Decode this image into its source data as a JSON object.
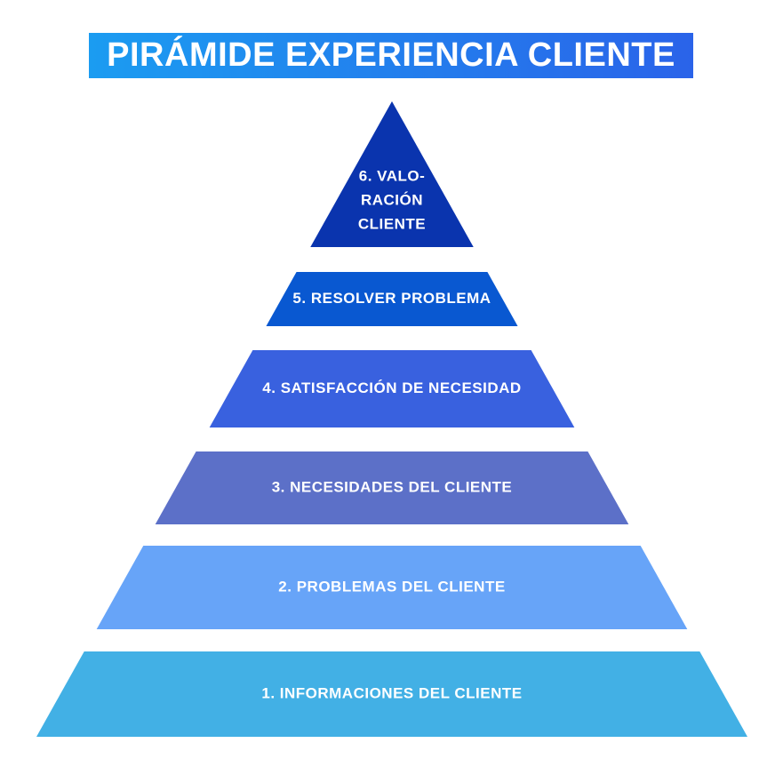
{
  "title": {
    "text": "PIRÁMIDE EXPERIENCIA CLIENTE",
    "gradient_left": "#1B9CF1",
    "gradient_right": "#2A63E9",
    "text_color": "#ffffff"
  },
  "pyramid": {
    "label_color": "#ffffff",
    "levels": [
      {
        "number": 6,
        "lines": [
          "6. VALO-",
          "RACIÓN",
          "CLIENTE"
        ],
        "label": "6. VALORACIÓN CLIENTE",
        "color": "#0A34AE",
        "shape": "triangle"
      },
      {
        "number": 5,
        "lines": [
          "5. RESOLVER PROBLEMA"
        ],
        "label": "5. RESOLVER PROBLEMA",
        "color": "#0958D1",
        "shape": "trapezoid"
      },
      {
        "number": 4,
        "lines": [
          "4. SATISFACCIÓN DE NECESIDAD"
        ],
        "label": "4. SATISFACCIÓN DE NECESIDAD",
        "color": "#3961DF",
        "shape": "trapezoid"
      },
      {
        "number": 3,
        "lines": [
          "3. NECESIDADES DEL CLIENTE"
        ],
        "label": "3. NECESIDADES DEL CLIENTE",
        "color": "#5C70C8",
        "shape": "trapezoid"
      },
      {
        "number": 2,
        "lines": [
          "2. PROBLEMAS DEL CLIENTE"
        ],
        "label": "2. PROBLEMAS DEL CLIENTE",
        "color": "#67A4F8",
        "shape": "trapezoid"
      },
      {
        "number": 1,
        "lines": [
          "1. INFORMACIONES DEL CLIENTE"
        ],
        "label": "1. INFORMACIONES DEL CLIENTE",
        "color": "#42B0E5",
        "shape": "trapezoid"
      }
    ]
  }
}
